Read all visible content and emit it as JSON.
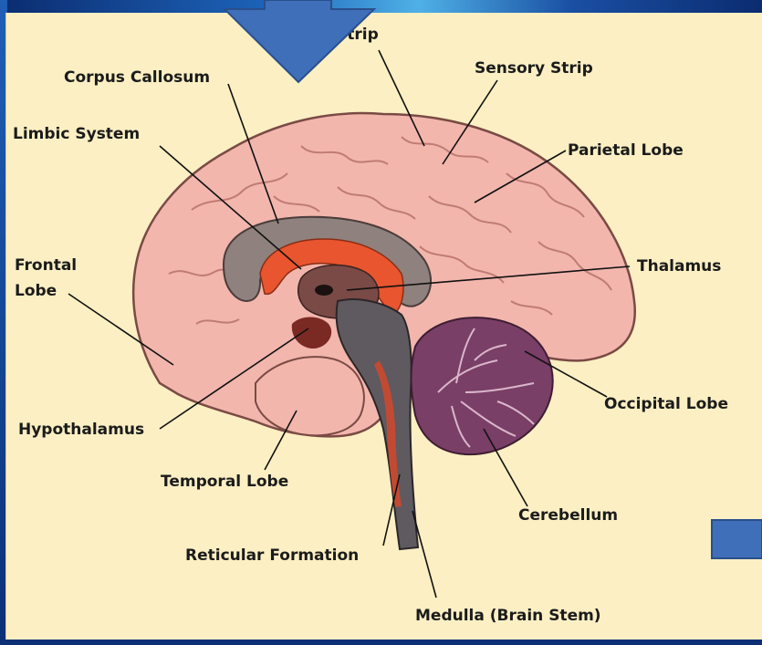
{
  "labels": {
    "motor_strip": "Strip",
    "corpus_callosum": "Corpus Callosum",
    "sensory_strip": "Sensory Strip",
    "limbic_system": "Limbic System",
    "parietal_lobe": "Parietal Lobe",
    "frontal_lobe_line1": "Frontal",
    "frontal_lobe_line2": "Lobe",
    "thalamus": "Thalamus",
    "occipital_lobe": "Occipital Lobe",
    "hypothalamus": "Hypothalamus",
    "temporal_lobe": "Temporal Lobe",
    "cerebellum": "Cerebellum",
    "reticular_formation": "Reticular Formation",
    "medulla": "Medulla (Brain Stem)"
  },
  "colors": {
    "panel_background": "#fbefc3",
    "cortex": "#f2b6ad",
    "cortex_outline": "#7a4a44",
    "corpus_callosum": "#8e817e",
    "limbic": "#e8552e",
    "thalamus": "#7a4a46",
    "brainstem": "#5e5a60",
    "cerebellum": "#7a3f66",
    "arrow": "#3f6fb8"
  }
}
